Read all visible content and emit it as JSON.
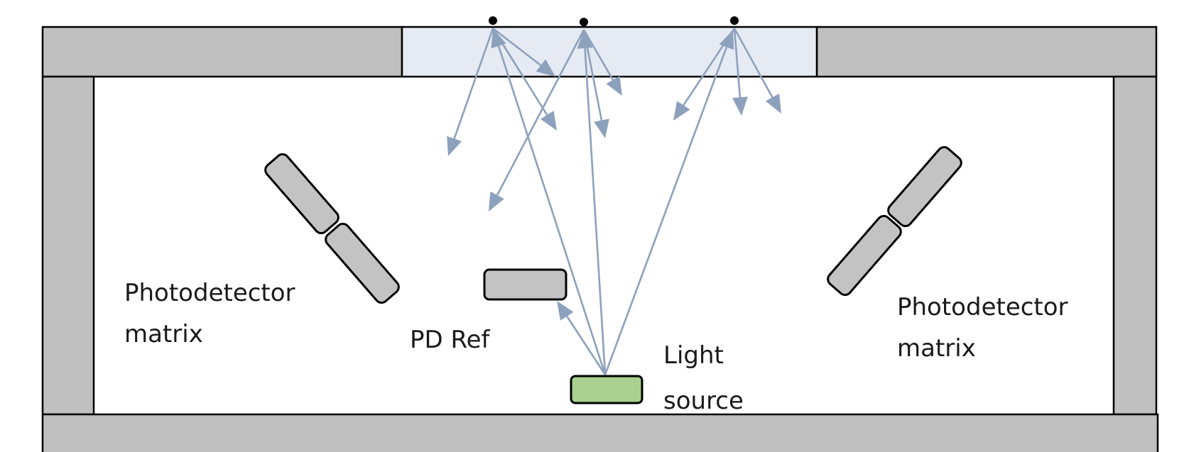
{
  "labels": {
    "pd_matrix_left_line1": "Photodetector",
    "pd_matrix_left_line2": "matrix",
    "pd_matrix_right_line1": "Photodetector",
    "pd_matrix_right_line2": "matrix",
    "pd_ref": "PD Ref",
    "light_source_line1": "Light",
    "light_source_line2": "source"
  },
  "colors": {
    "housing": "#c0c0c0",
    "window": "#e6eaf2",
    "photodetector": "#c3c3c3",
    "light_source": "#a9d08e",
    "rays": "#8da1bd"
  }
}
